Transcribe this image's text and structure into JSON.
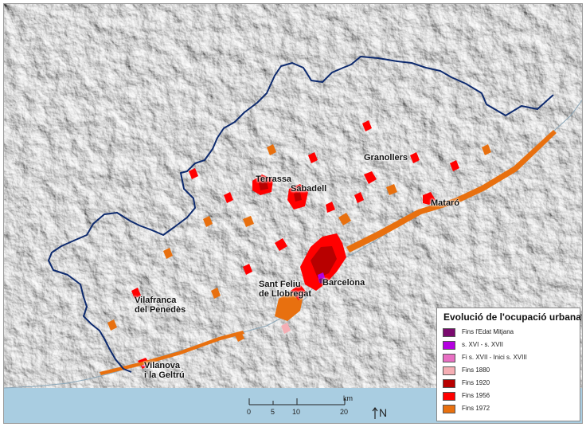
{
  "colors": {
    "sea": "#a9cde1",
    "boundary": "#0d2a6e",
    "terrain": "#cfcfcf"
  },
  "towns": {
    "terrassa": "Terrassa",
    "sabadell": "Sabadell",
    "granollers": "Granollers",
    "mataro": "Mataró",
    "barcelona": "Barcelona",
    "sant_feliu_1": "Sant Feliu",
    "sant_feliu_2": "de Llobregat",
    "vilafranca_1": "Vilafranca",
    "vilafranca_2": "del Penedès",
    "vilanova_1": "Vilanova",
    "vilanova_2": "i la Geltrú"
  },
  "legend": {
    "title": "Evolució de l'ocupació urbana",
    "items": [
      {
        "label": "Fins l'Edat Mitjana",
        "color": "#7a0a6e"
      },
      {
        "label": "s. XVI - s. XVII",
        "color": "#b400e0"
      },
      {
        "label": "Fi s. XVII - Inici s. XVIII",
        "color": "#e86fc3"
      },
      {
        "label": "Fins 1880",
        "color": "#f5aeb4"
      },
      {
        "label": "Fins 1920",
        "color": "#b80000"
      },
      {
        "label": "Fins 1956",
        "color": "#ff0000"
      },
      {
        "label": "Fins 1972",
        "color": "#e8700f"
      }
    ]
  },
  "scale": {
    "unit": "km",
    "ticks": [
      "0",
      "5",
      "10",
      "20"
    ]
  },
  "north_label": "N"
}
